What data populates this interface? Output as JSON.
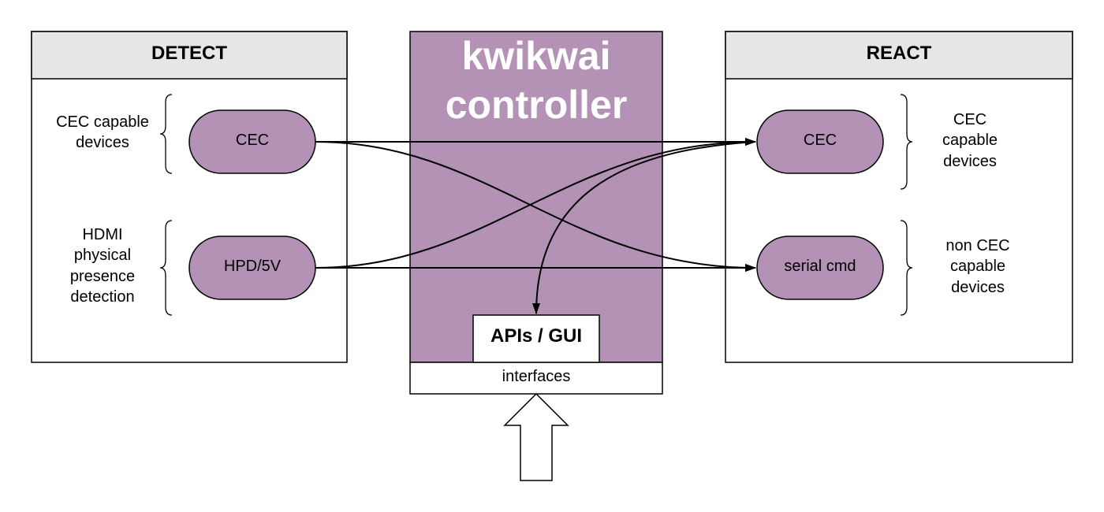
{
  "colors": {
    "accent": "#b392b5",
    "header_fill": "#e6e6e6",
    "stroke": "#000000",
    "background": "#ffffff"
  },
  "detect": {
    "title": "DETECT",
    "groups": [
      {
        "lines": [
          "CEC capable",
          "devices"
        ],
        "pill": "CEC"
      },
      {
        "lines": [
          "HDMI",
          "physical",
          "presence",
          "detection"
        ],
        "pill": "HPD/5V"
      }
    ]
  },
  "controller": {
    "title_lines": [
      "kwikwai",
      "controller"
    ],
    "api_label": "APIs / GUI",
    "interfaces_label": "interfaces"
  },
  "react": {
    "title": "REACT",
    "groups": [
      {
        "pill": "CEC",
        "lines": [
          "CEC",
          "capable",
          "devices"
        ]
      },
      {
        "pill": "serial cmd",
        "lines": [
          "non CEC",
          "capable",
          "devices"
        ]
      }
    ]
  },
  "icons": {
    "input_arrow": "up-arrow-icon"
  }
}
